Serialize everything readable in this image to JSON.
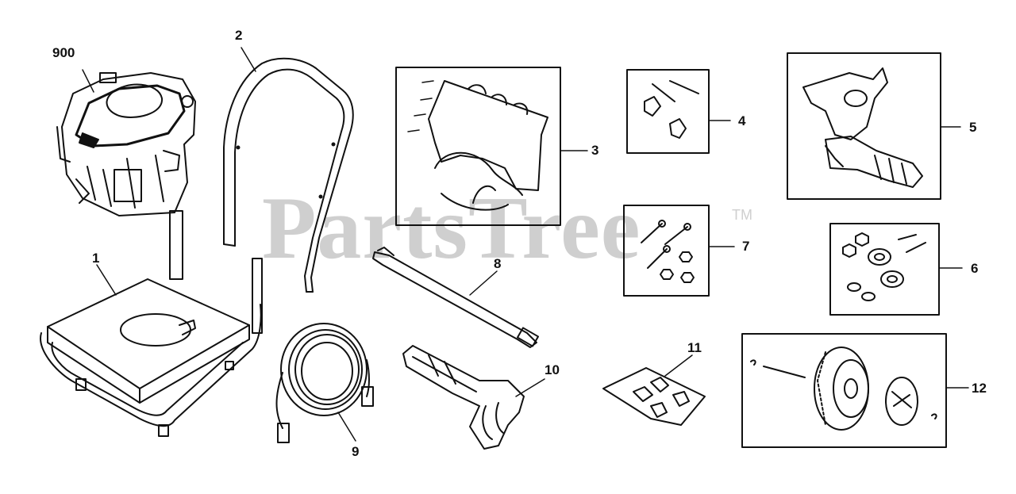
{
  "watermark": {
    "text": "PartsTree",
    "mark": "TM"
  },
  "callouts": {
    "c900": "900",
    "c1": "1",
    "c2": "2",
    "c3": "3",
    "c4": "4",
    "c5": "5",
    "c6": "6",
    "c7": "7",
    "c8": "8",
    "c9": "9",
    "c10": "10",
    "c11": "11",
    "c12": "12"
  }
}
